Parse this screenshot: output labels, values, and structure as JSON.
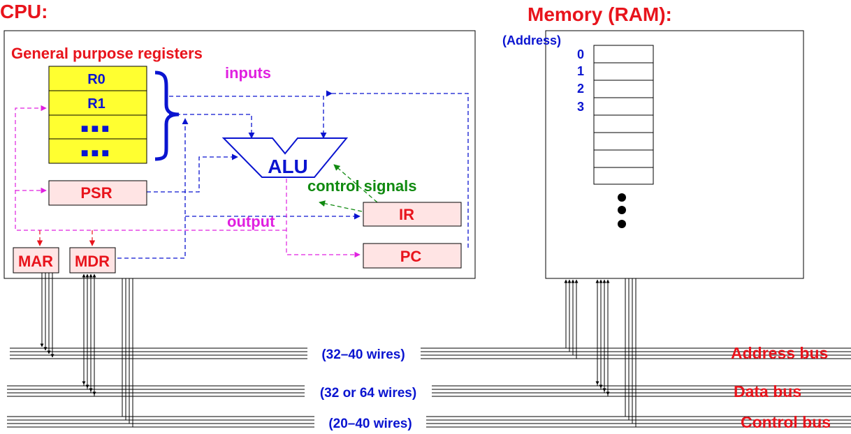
{
  "cpu": {
    "title": "CPU:",
    "registers_label": "General purpose registers",
    "registers": [
      "R0",
      "R1",
      "■■■",
      "■■■"
    ],
    "inputs_label": "inputs",
    "output_label": "output",
    "control_signals_label": "control signals",
    "alu": "ALU",
    "psr": "PSR",
    "ir": "IR",
    "pc": "PC",
    "mar": "MAR",
    "mdr": "MDR"
  },
  "memory": {
    "title": "Memory (RAM):",
    "address_label": "(Address)",
    "addresses": [
      "0",
      "1",
      "2",
      "3"
    ]
  },
  "buses": [
    {
      "name": "Address bus",
      "wires": "(32–40 wires)"
    },
    {
      "name": "Data bus",
      "wires": "(32 or 64 wires)"
    },
    {
      "name": "Control bus",
      "wires": "(20–40 wires)"
    }
  ],
  "colors": {
    "title_red": "#e8141c",
    "register_fill": "#ffff30",
    "box_fill": "#ffe4e4",
    "blue": "#0a14d0",
    "magenta": "#e020e0",
    "green": "#108a10"
  }
}
